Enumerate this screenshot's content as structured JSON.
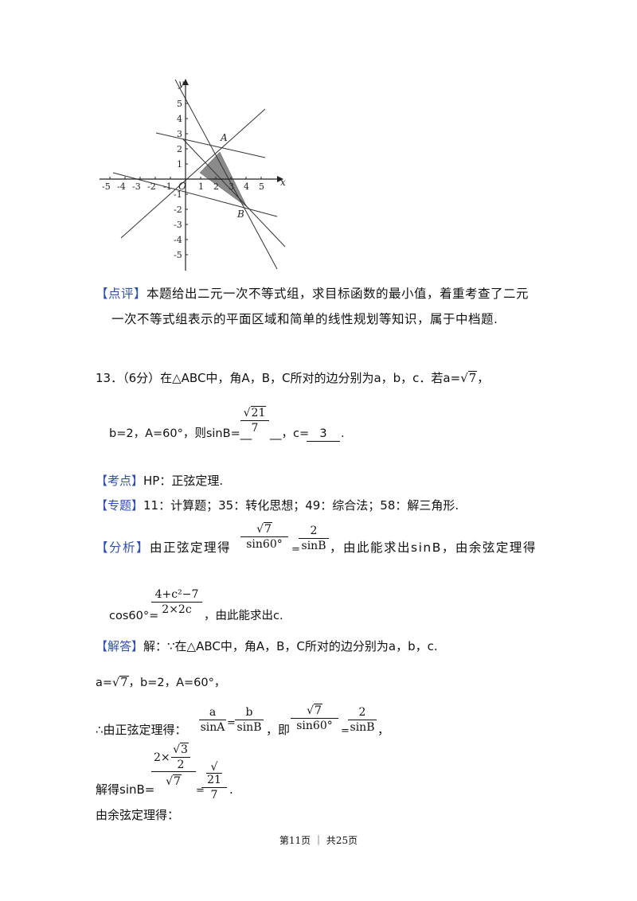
{
  "graph": {
    "x_axis_label": "x",
    "y_axis_label": "y",
    "origin_label": "O",
    "point_a_label": "A",
    "point_b_label": "B",
    "x_ticks": [
      "-5",
      "-4",
      "-3",
      "-2",
      "-1",
      "1",
      "2",
      "3",
      "4",
      "5"
    ],
    "y_ticks": [
      "5",
      "4",
      "3",
      "2",
      "1",
      "-1",
      "-2",
      "-3",
      "-4",
      "-5"
    ],
    "shade_color": "#8a8a8a"
  },
  "comment": {
    "tag": "【点评】",
    "line1": "本题给出二元一次不等式组，求目标函数的最小值，着重考查了二元",
    "line2": "一次不等式组表示的平面区域和简单的线性规划等知识，属于中档题."
  },
  "q13": {
    "head": "13．（6分）在△ABC中，角A，B，C所对的边分别为a，b，c．若a=",
    "a_radicand": "7",
    "tail": "，",
    "line2_pre": "b=2，A=60°，则sinB=__",
    "sinB_num_radicand": "21",
    "sinB_den": "7",
    "line2_mid": "__，c=",
    "c_value": "3",
    "line2_end": "."
  },
  "kaodian": {
    "tag": "【考点】",
    "text": "HP：正弦定理."
  },
  "zhuanti": {
    "tag": "【专题】",
    "text": "11：计算题；35：转化思想；49：综合法；58：解三角形."
  },
  "fenxi": {
    "tag": "【分析】",
    "pre": "由正弦定理得",
    "frac1_num_radicand": "7",
    "frac1_den": "sin60°",
    "eq": "=",
    "frac2_num": "2",
    "frac2_den": "sinB",
    "post": "，由此能求出sinB，由余弦定理得",
    "cos_pre": "cos60°=",
    "cos_num": "4+c²−7",
    "cos_den": "2×2c",
    "cos_post": "，由此能求出c."
  },
  "jieda": {
    "tag": "【解答】",
    "line1": "解：∵在△ABC中，角A，B，C所对的边分别为a，b，c.",
    "line2_pre": "a=",
    "line2_radicand": "7",
    "line2_post": "，b=2，A=60°，",
    "line3_pre": "∴由正弦定理得：",
    "l3_f1_num": "a",
    "l3_f1_den": "sinA",
    "l3_eq": "=",
    "l3_f2_num": "b",
    "l3_f2_den": "sinB",
    "l3_mid": "，即",
    "l3_f3_radicand": "7",
    "l3_f3_den": "sin60°",
    "l3_eq2": "=",
    "l3_f4_num": "2",
    "l3_f4_den": "sinB",
    "l3_end": "，",
    "line4_pre": "解得sinB=",
    "l4_top_pre": "2×",
    "l4_top_inner_radicand": "3",
    "l4_top_inner_den": "2",
    "l4_den_radicand": "7",
    "l4_eq": "=",
    "l4_f2_radicand": "21",
    "l4_f2_den": "7",
    "l4_end": ".",
    "line5": "由余弦定理得："
  },
  "footer": {
    "text": "第11页 ｜ 共25页"
  }
}
